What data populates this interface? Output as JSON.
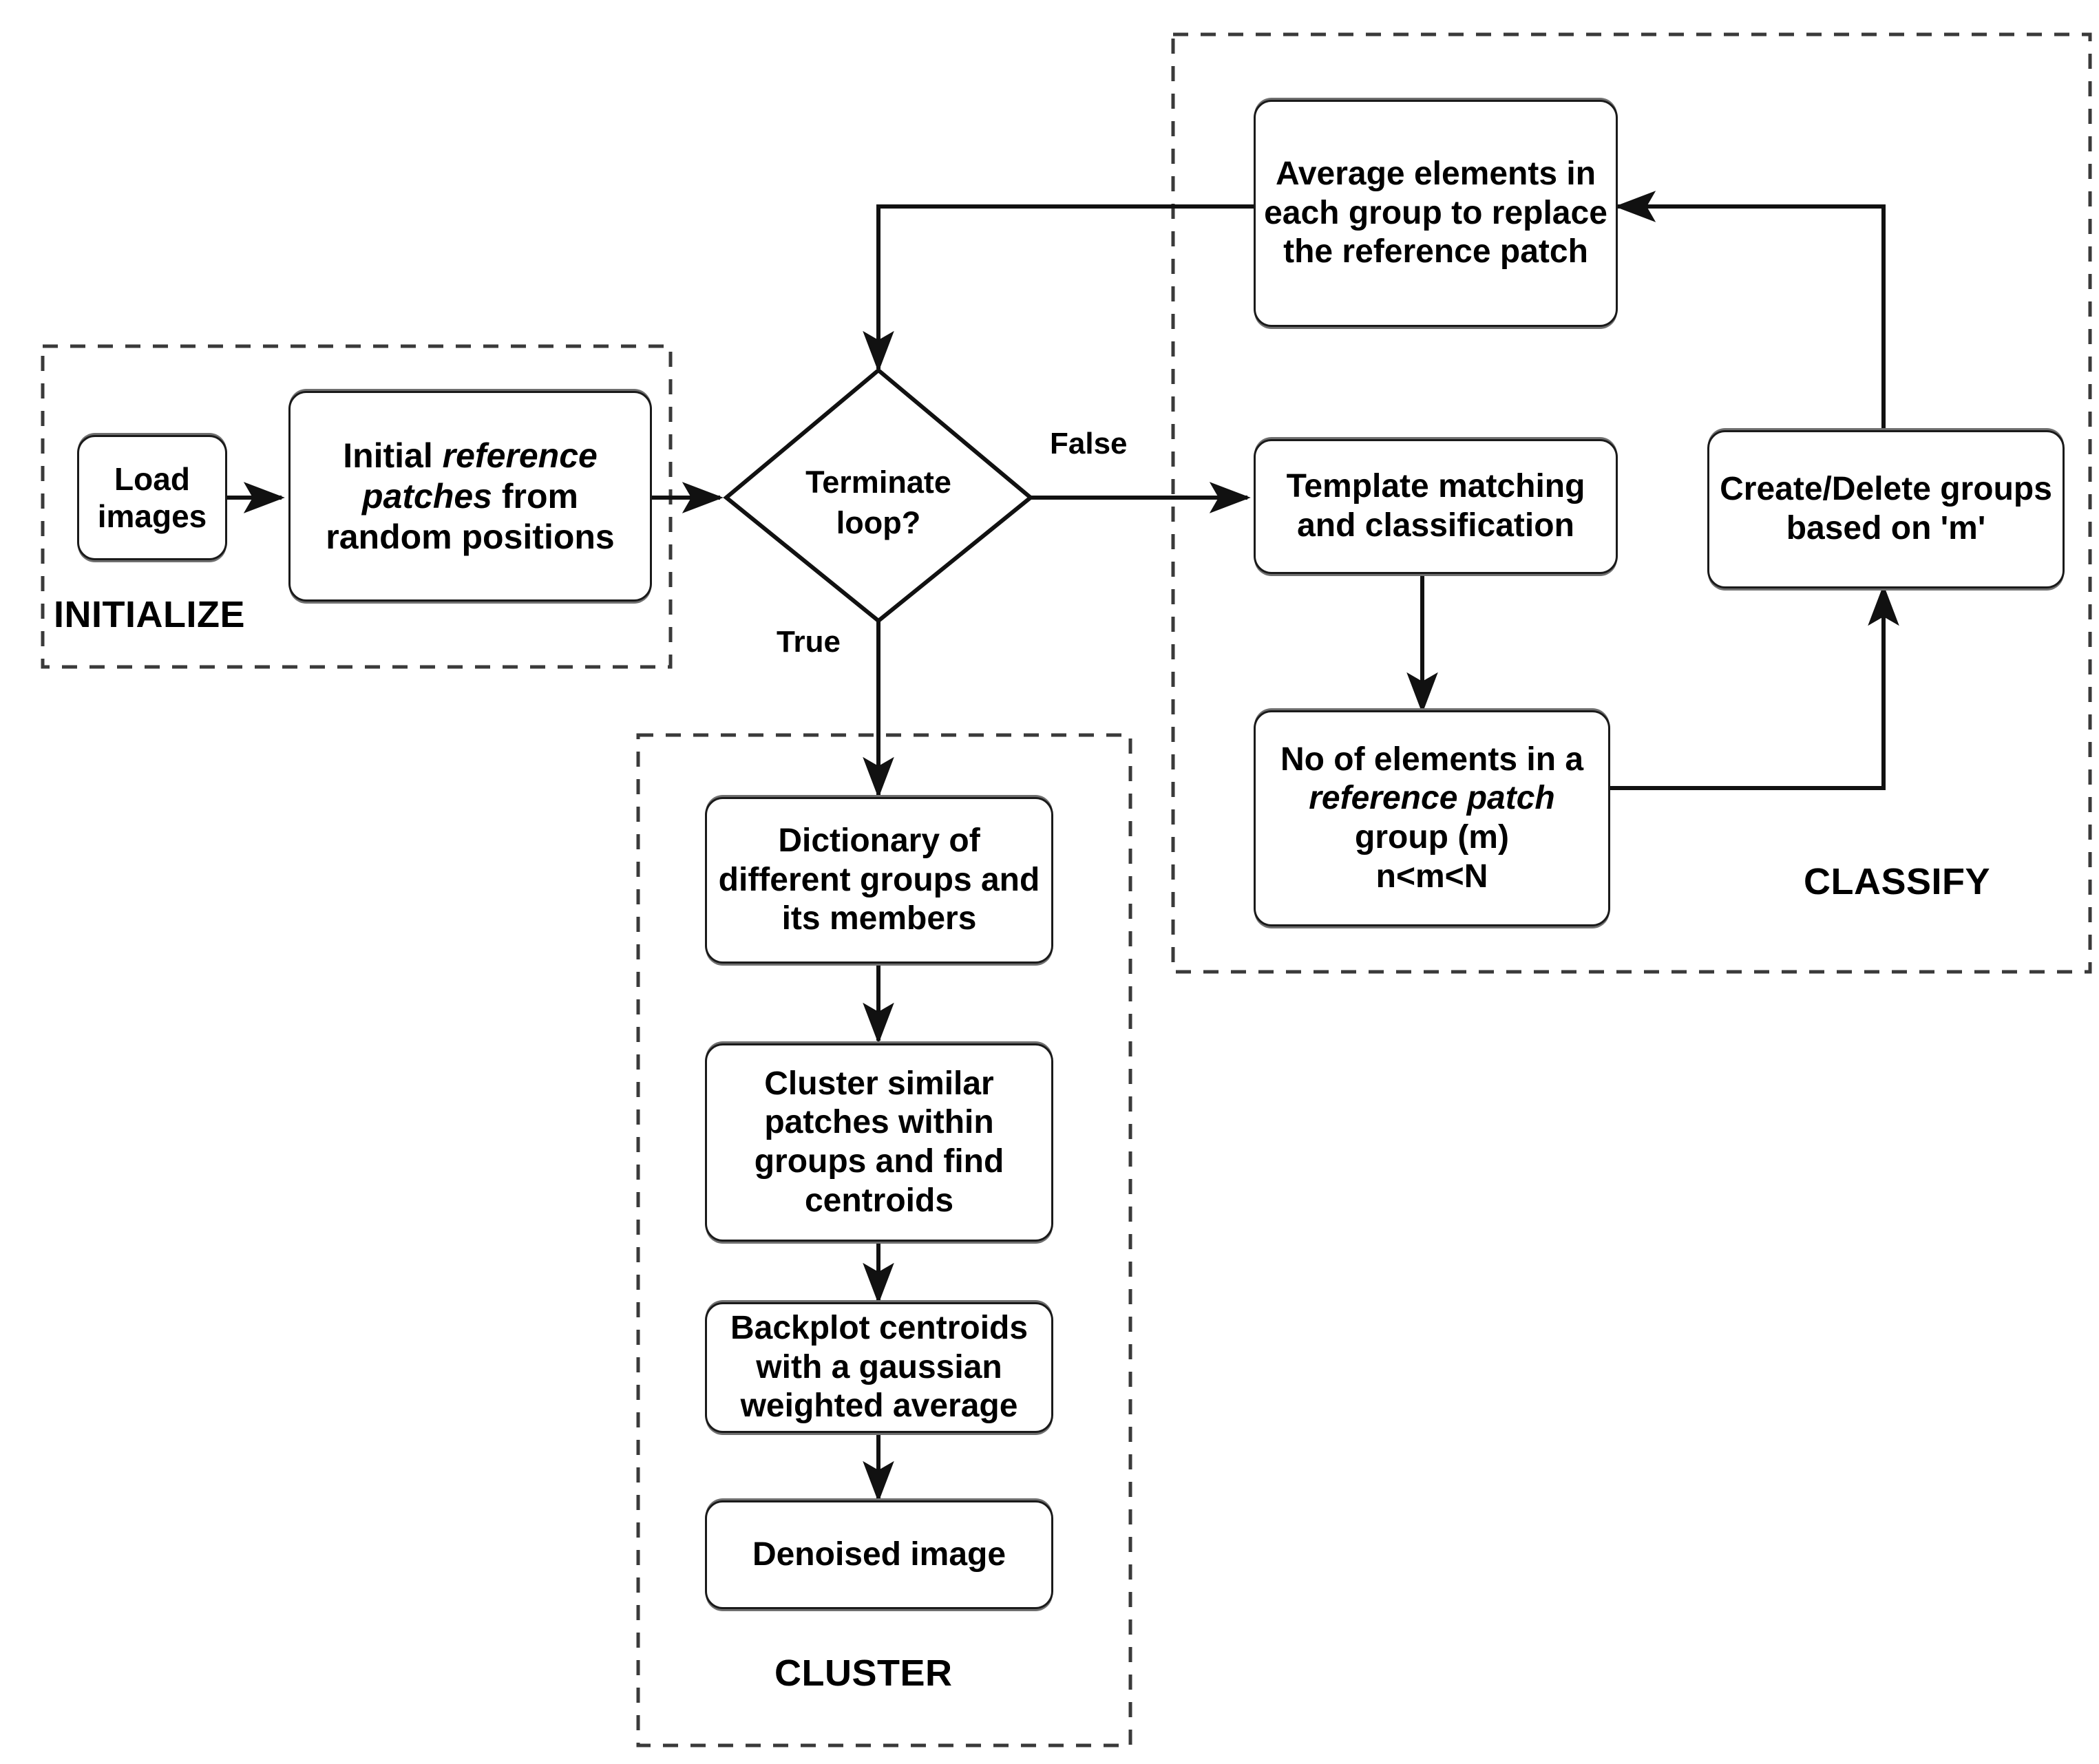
{
  "diagram": {
    "title": "Patch-based denoising algorithm flowchart",
    "groups": [
      {
        "id": "initialize",
        "label": "INITIALIZE"
      },
      {
        "id": "classify",
        "label": "CLASSIFY"
      },
      {
        "id": "cluster",
        "label": "CLUSTER"
      }
    ],
    "nodes": [
      {
        "id": "load-images",
        "text": "Load\nimages",
        "shape": "rounded-rect"
      },
      {
        "id": "initial-patches",
        "text": "Initial reference patches from random positions",
        "shape": "rounded-rect",
        "italic": "reference patches"
      },
      {
        "id": "terminate-loop",
        "text": "Terminate\nloop?",
        "shape": "diamond"
      },
      {
        "id": "average-elements",
        "text": "Average elements in each group to replace the reference patch",
        "shape": "rounded-rect"
      },
      {
        "id": "template-matching",
        "text": "Template matching and classification",
        "shape": "rounded-rect"
      },
      {
        "id": "create-delete",
        "text": "Create/Delete groups based on 'm'",
        "shape": "rounded-rect"
      },
      {
        "id": "no-of-elements",
        "text": "No of elements in a reference patch group (m) n<m<N",
        "shape": "rounded-rect",
        "italic": "reference patch"
      },
      {
        "id": "dictionary",
        "text": "Dictionary of different groups and its members",
        "shape": "rounded-rect"
      },
      {
        "id": "cluster-patches",
        "text": "Cluster similar patches within groups and find centroids",
        "shape": "rounded-rect"
      },
      {
        "id": "backplot",
        "text": "Backplot centroids with a gaussian weighted average",
        "shape": "rounded-rect"
      },
      {
        "id": "denoised",
        "text": "Denoised image",
        "shape": "rounded-rect"
      }
    ],
    "edge_labels": [
      {
        "id": "false-label",
        "text": "False"
      },
      {
        "id": "true-label",
        "text": "True"
      }
    ],
    "edges": [
      {
        "from": "load-images",
        "to": "initial-patches"
      },
      {
        "from": "initial-patches",
        "to": "terminate-loop"
      },
      {
        "from": "terminate-loop",
        "to": "template-matching",
        "label": "False"
      },
      {
        "from": "terminate-loop",
        "to": "dictionary",
        "label": "True"
      },
      {
        "from": "template-matching",
        "to": "no-of-elements"
      },
      {
        "from": "no-of-elements",
        "to": "create-delete"
      },
      {
        "from": "create-delete",
        "to": "average-elements"
      },
      {
        "from": "average-elements",
        "to": "terminate-loop"
      },
      {
        "from": "dictionary",
        "to": "cluster-patches"
      },
      {
        "from": "cluster-patches",
        "to": "backplot"
      },
      {
        "from": "backplot",
        "to": "denoised"
      }
    ],
    "colors": {
      "stroke": "#1a1a1a",
      "shadow": "#6f6f6f",
      "dashed_group": "#333333",
      "background": "#ffffff",
      "text": "#000000"
    }
  },
  "node_text": {
    "load_images_l1": "Load",
    "load_images_l2": "images",
    "initial_patches_pre": "Initial ",
    "initial_patches_em": "reference patches",
    "initial_patches_post": " from random positions",
    "terminate_loop": "Terminate\nloop?",
    "average_elements": "Average elements in each group to replace the reference patch",
    "template_matching": "Template matching and classification",
    "create_delete": "Create/Delete groups based on 'm'",
    "no_of_elements_pre": "No of elements in a ",
    "no_of_elements_em": "reference patch",
    "no_of_elements_post": " group (m)",
    "no_of_elements_l4": "n<m<N",
    "dictionary": "Dictionary of different groups and its members",
    "cluster_patches": "Cluster similar patches within groups and find centroids",
    "backplot": "Backplot centroids with a gaussian weighted average",
    "denoised": "Denoised image"
  },
  "labels": {
    "initialize": "INITIALIZE",
    "classify": "CLASSIFY",
    "cluster": "CLUSTER",
    "false": "False",
    "true": "True"
  }
}
